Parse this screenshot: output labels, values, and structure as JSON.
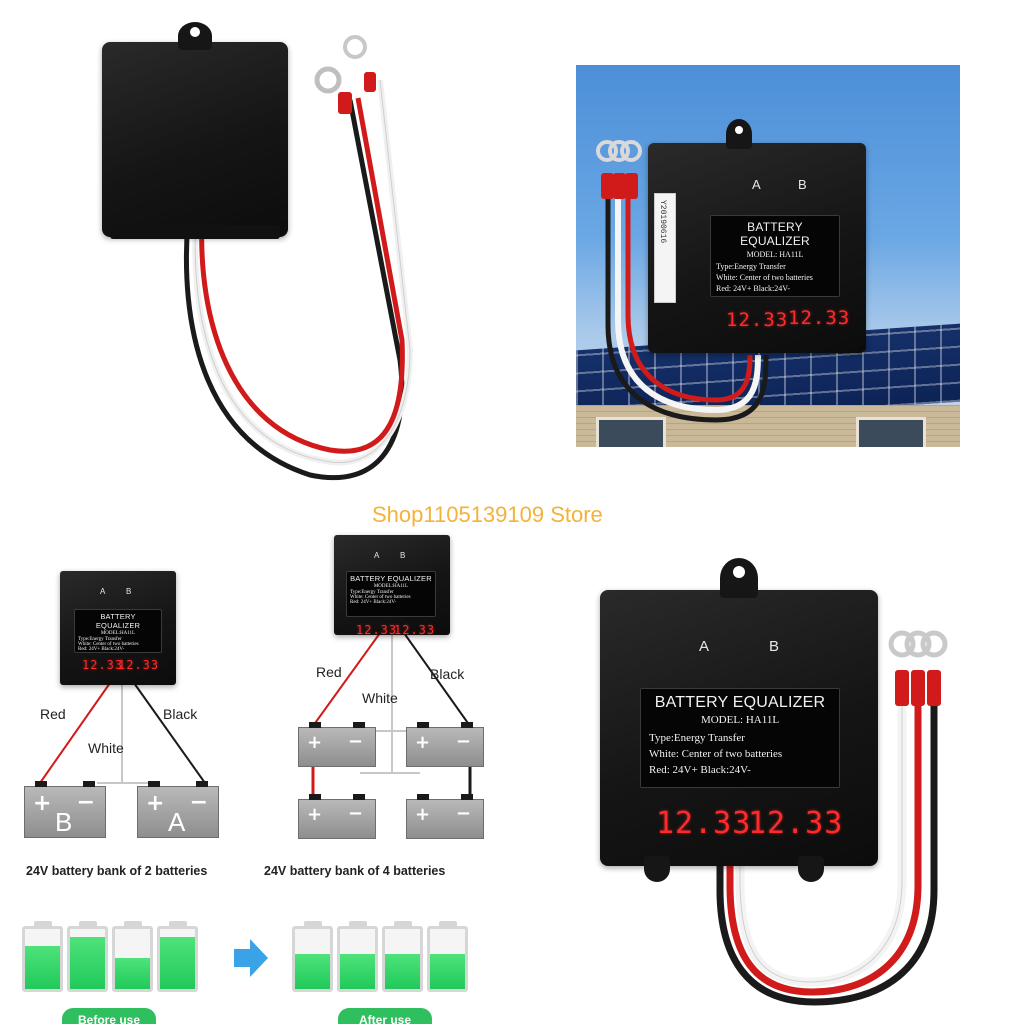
{
  "watermark": {
    "store_name": "Shop1105139109 Store"
  },
  "device": {
    "terminal_a": "A",
    "terminal_b": "B",
    "panel_title": "BATTERY EQUALIZER",
    "model": "MODEL: HA11L",
    "model_compact": "MODEL:HA11L",
    "type_line": "Type:Energy Transfer",
    "white_line": "White: Center of two batteries",
    "red_black_line": "Red: 24V+   Black:24V-",
    "reading_a": "12.33",
    "reading_b": "12.33"
  },
  "photo": {
    "sticker_text": "Y20190616"
  },
  "diagram": {
    "label_red": "Red",
    "label_black": "Black",
    "label_white": "White",
    "battery_b": "B",
    "battery_a": "A",
    "plus": "+",
    "minus": "−",
    "caption_two": "24V battery bank of 2 batteries",
    "caption_four": "24V battery bank of 4 batteries"
  },
  "levels": {
    "before_label": "Before use",
    "after_label": "After use",
    "before_fill": [
      0.72,
      0.86,
      0.52,
      0.86
    ],
    "after_fill": [
      0.58,
      0.58,
      0.58,
      0.58
    ]
  },
  "colors": {
    "wire_red": "#d11a1a",
    "wire_black": "#1a1a1a",
    "wire_white": "#f3f3f3",
    "led_red": "#ff2a2a",
    "level_green": "#2fbf5f",
    "arrow_blue": "#3aa3e8",
    "watermark": "#f4b23a"
  }
}
